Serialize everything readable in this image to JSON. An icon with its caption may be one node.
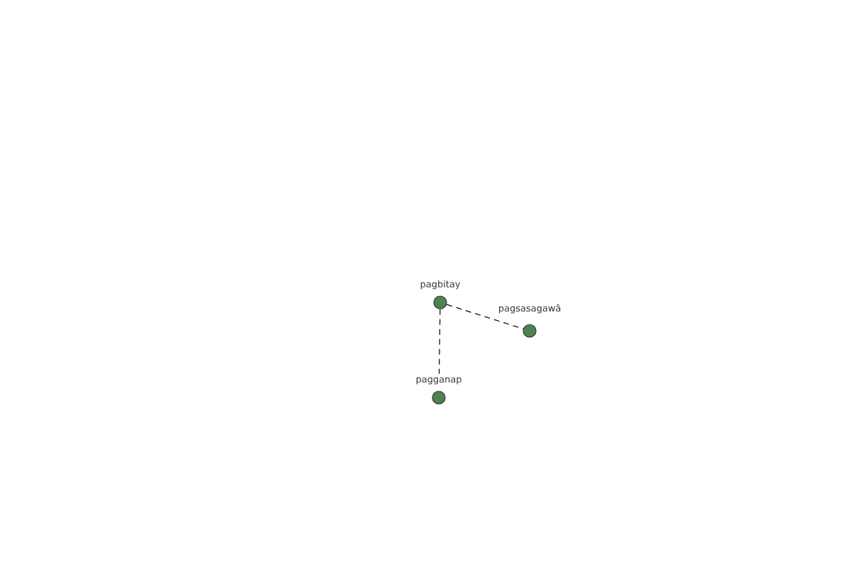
{
  "diagram": {
    "nodes": [
      {
        "text": [
          "pagbitay"
        ]
      },
      {
        "text": [
          "pagsasagawâ"
        ]
      },
      {
        "text": [
          "pagganap"
        ]
      }
    ],
    "edges": [
      {
        "from": 0,
        "to": 1,
        "arrow": "none",
        "style": "dashed"
      },
      {
        "from": 0,
        "to": 2,
        "arrow": "none",
        "style": "dashed"
      }
    ]
  }
}
